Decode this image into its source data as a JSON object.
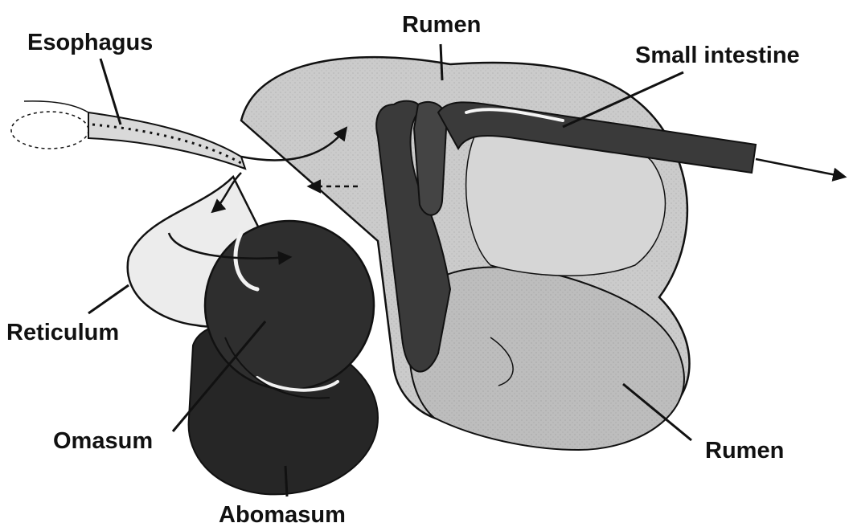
{
  "labels": {
    "esophagus": "Esophagus",
    "rumen_top": "Rumen",
    "small_intestine": "Small intestine",
    "reticulum": "Reticulum",
    "omasum": "Omasum",
    "rumen_bottom": "Rumen",
    "abomasum": "Abomasum"
  },
  "colors": {
    "line": "#111111",
    "rumen": "#c9c9c9",
    "reticulum": "#e6e6e6",
    "omasum": "#2e2e2e",
    "abomasum": "#262626",
    "intestine": "#3a3a3a"
  }
}
